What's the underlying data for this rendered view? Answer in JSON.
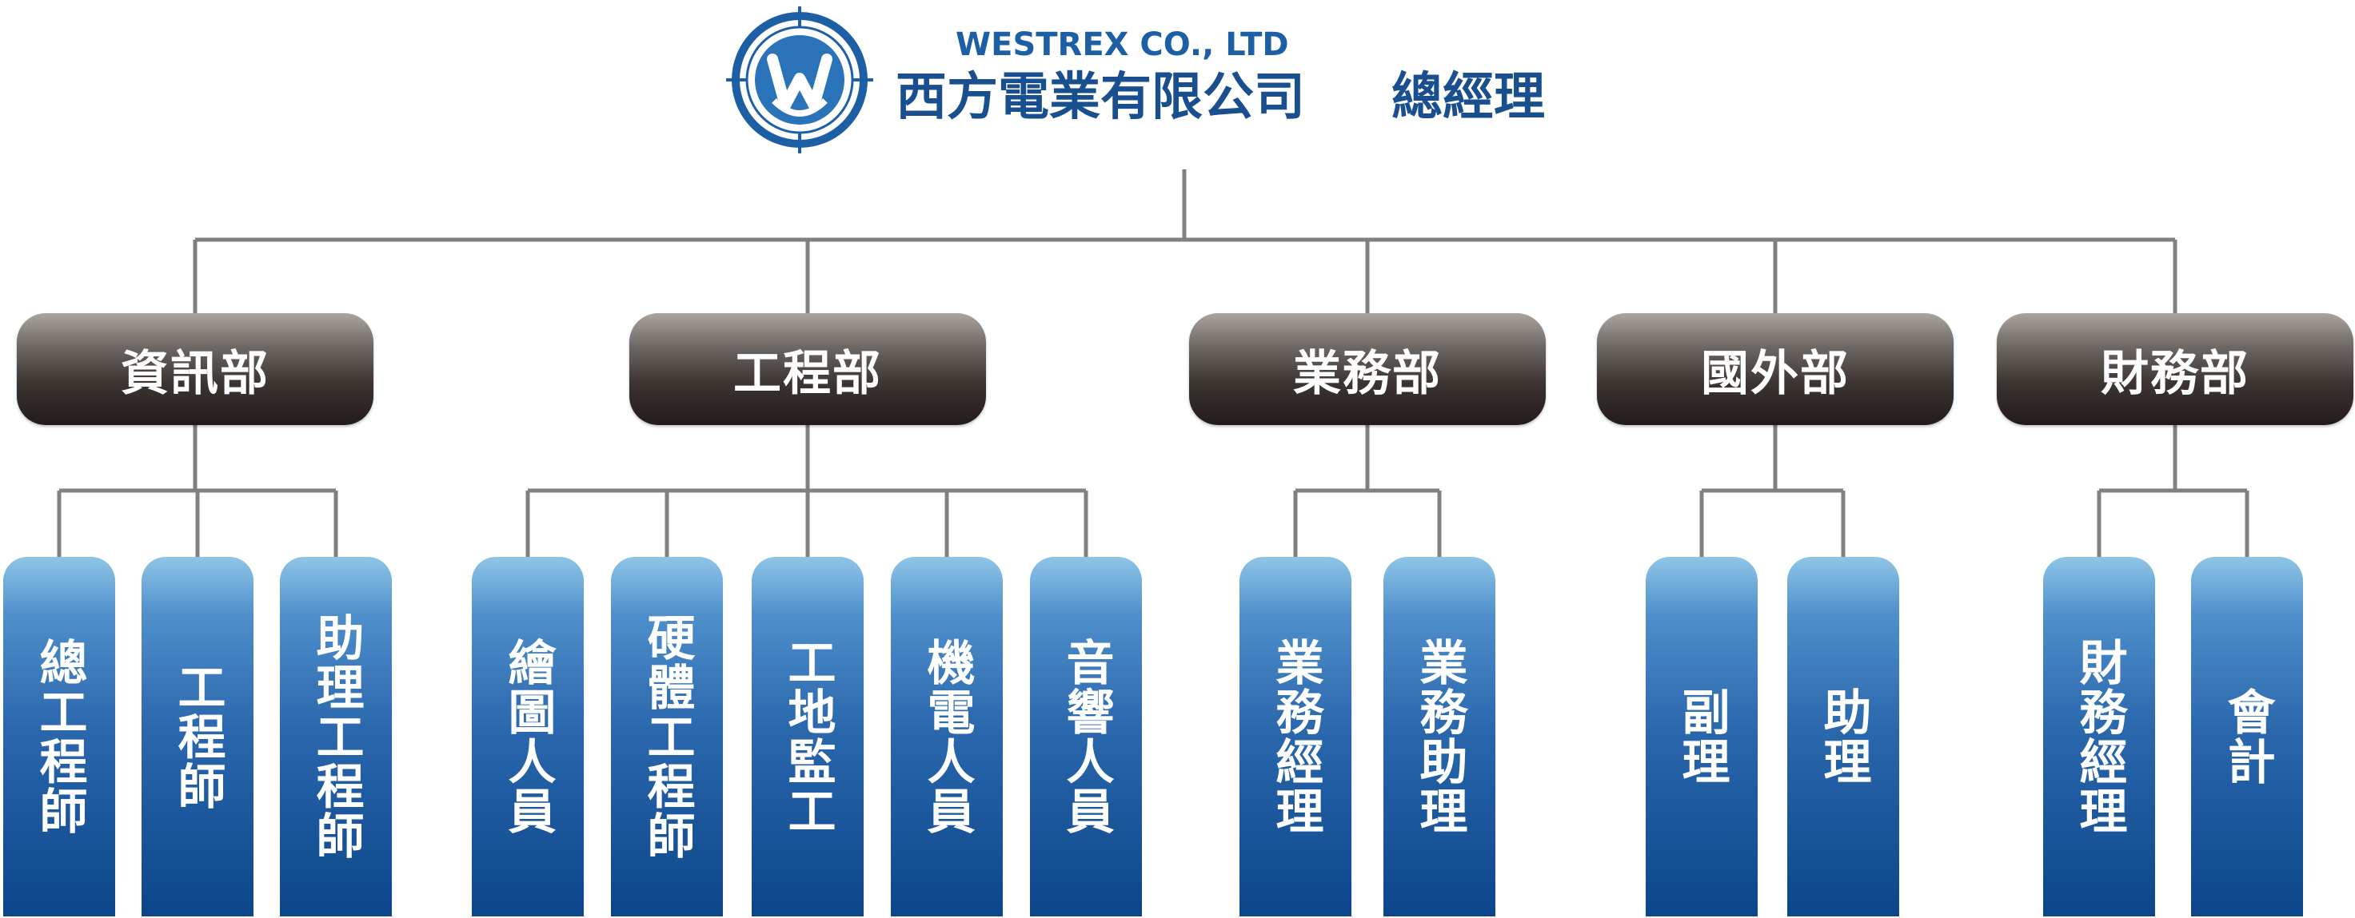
{
  "header": {
    "company_en": "WESTREX CO., LTD",
    "company_zh": "西方電業有限公司",
    "ceo_title": "總經理",
    "logo_icon": "westrex-w-logo-icon"
  },
  "colors": {
    "brand_blue": "#1a4f8f",
    "line_gray": "#808080",
    "dept_dark": "#231b19",
    "role_blue_top": "#8fc5e8",
    "role_blue_bottom": "#0c4589"
  },
  "departments": [
    {
      "name": "資訊部",
      "roles": [
        "總工程師",
        "工程師",
        "助理工程師"
      ]
    },
    {
      "name": "工程部",
      "roles": [
        "繪圖人員",
        "硬體工程師",
        "工地監工",
        "機電人員",
        "音響人員"
      ]
    },
    {
      "name": "業務部",
      "roles": [
        "業務經理",
        "業務助理"
      ]
    },
    {
      "name": "國外部",
      "roles": [
        "副理",
        "助理"
      ]
    },
    {
      "name": "財務部",
      "roles": [
        "財務經理",
        "會計"
      ]
    }
  ]
}
